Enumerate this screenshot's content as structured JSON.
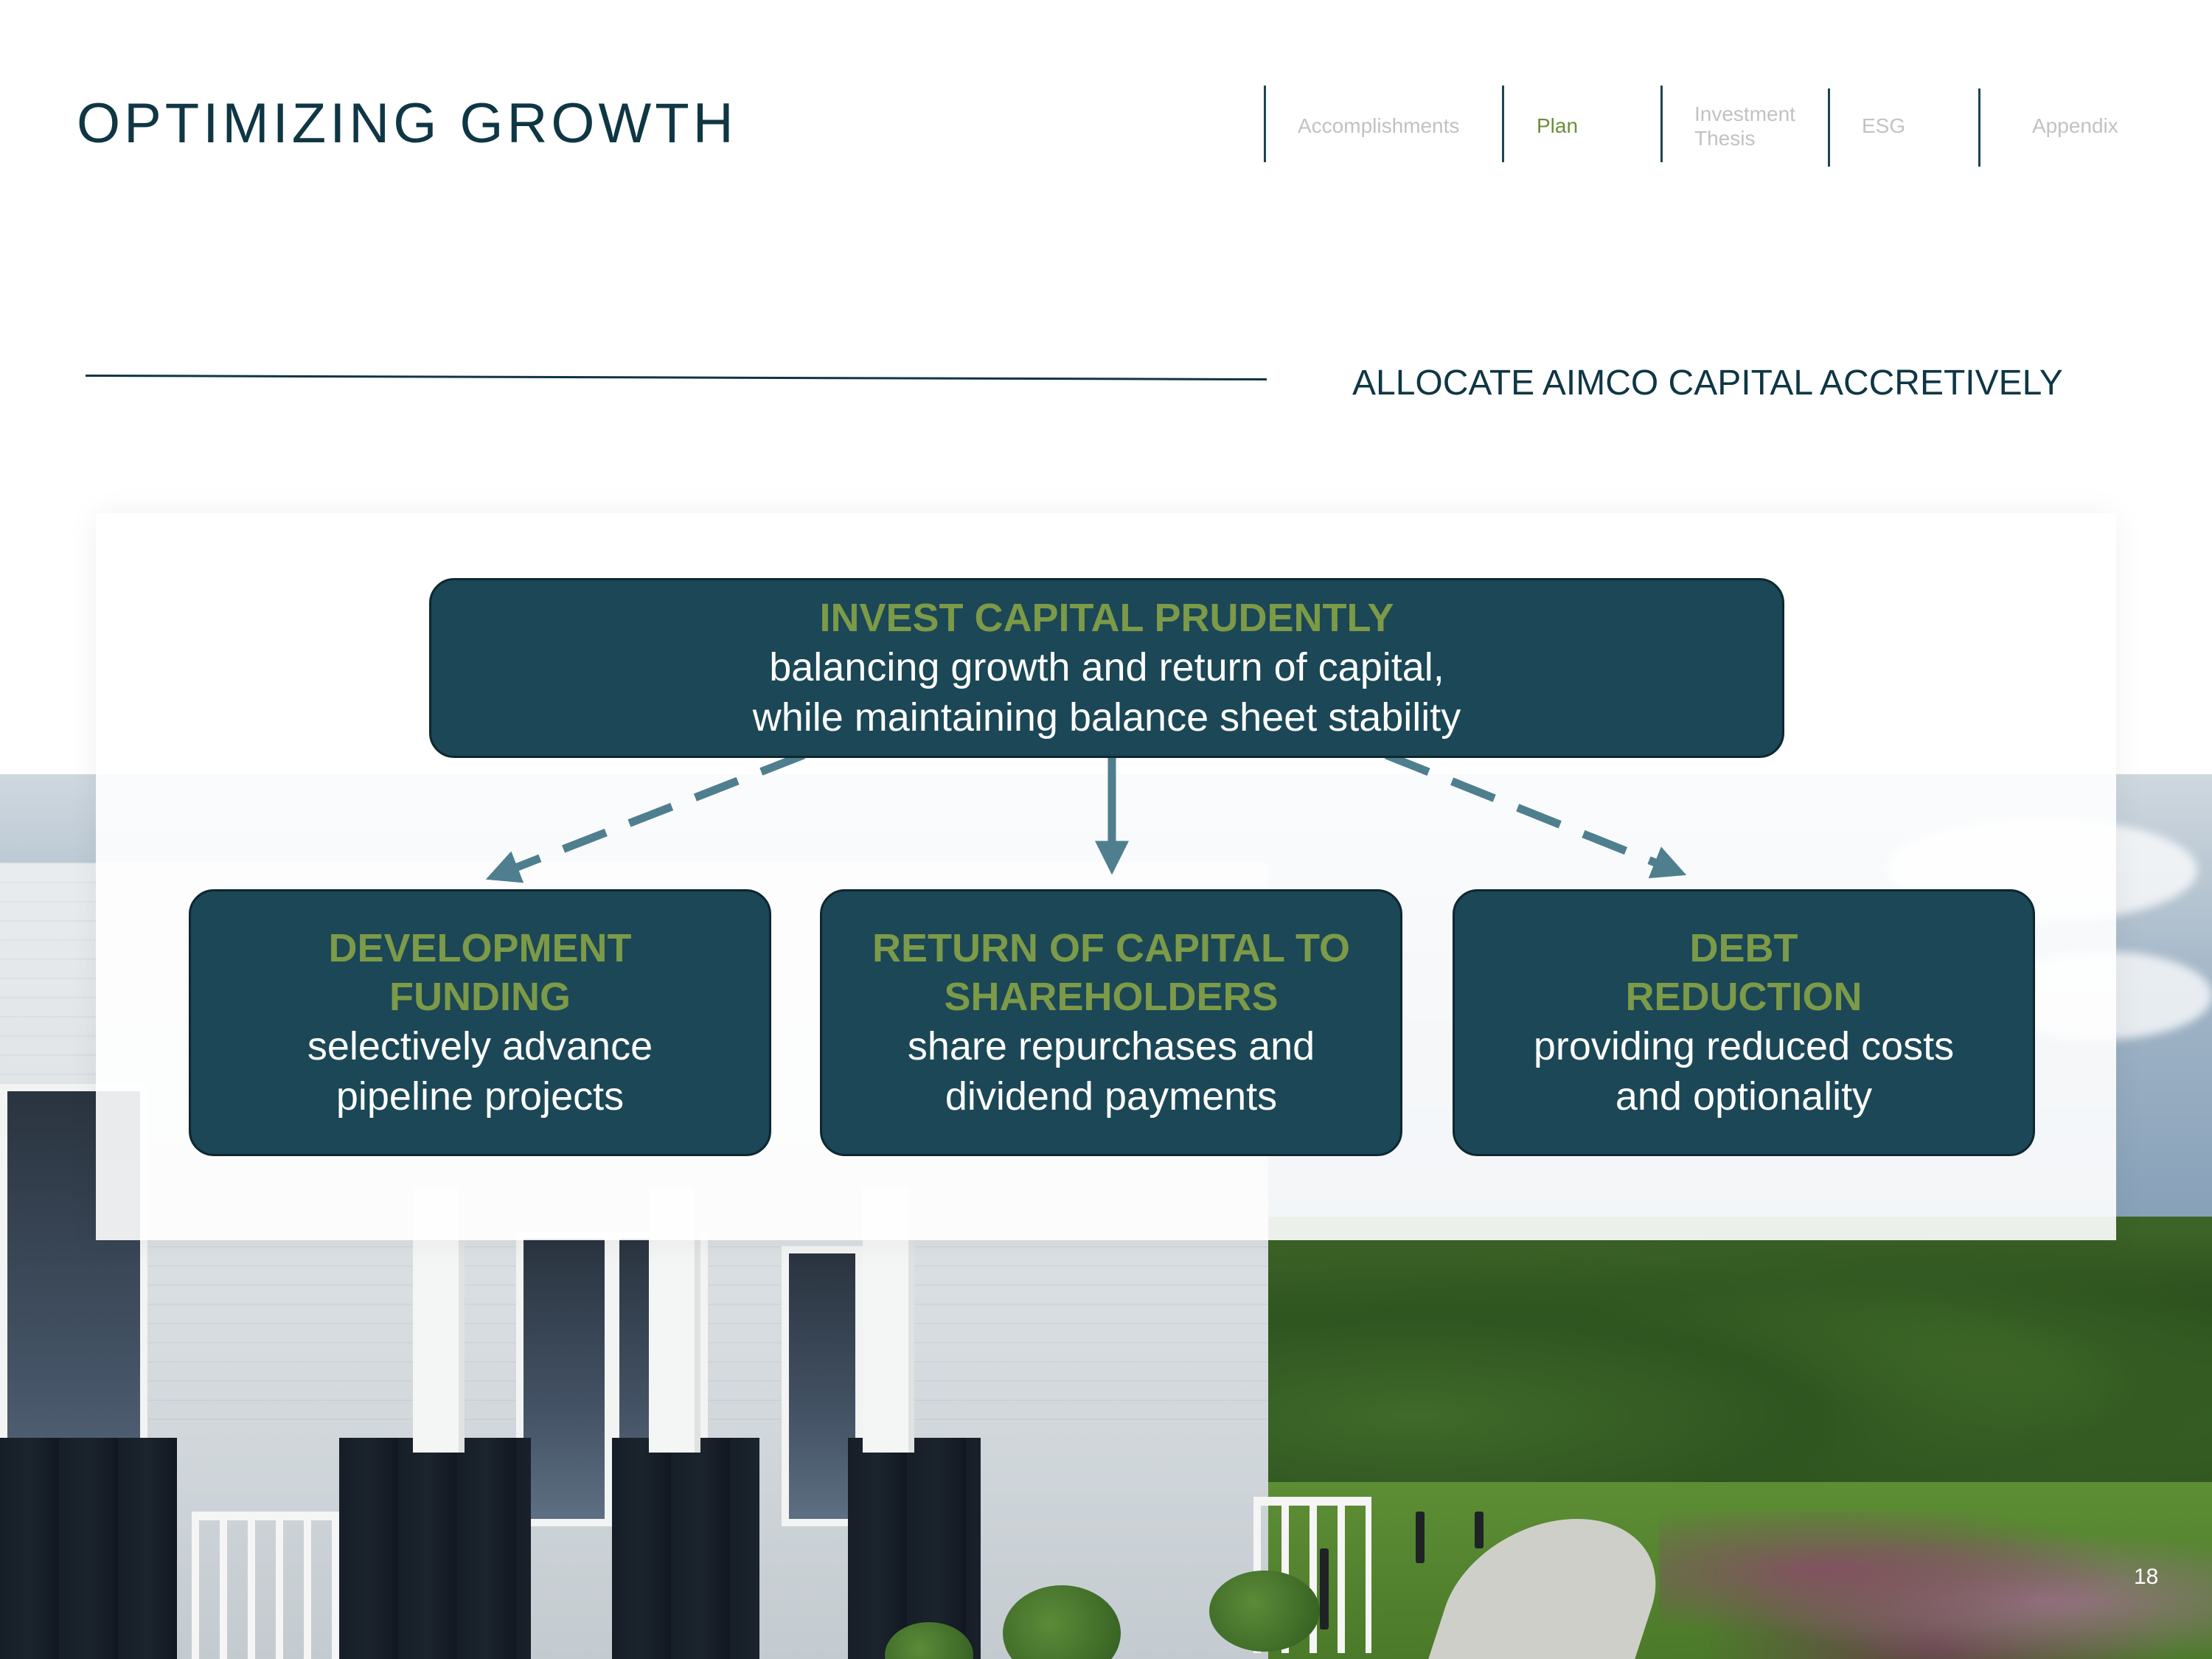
{
  "header": {
    "title": "OPTIMIZING GROWTH"
  },
  "nav": {
    "items": [
      {
        "label": "Accomplishments",
        "active": false
      },
      {
        "label": "Plan",
        "active": true
      },
      {
        "label": "Investment\nThesis",
        "active": false
      },
      {
        "label": "ESG",
        "active": false
      },
      {
        "label": "Appendix",
        "active": false
      }
    ]
  },
  "section": {
    "heading": "ALLOCATE AIMCO CAPITAL ACCRETIVELY"
  },
  "diagram": {
    "root": {
      "title": "INVEST CAPITAL PRUDENTLY",
      "description_line1": "balancing growth and return of capital,",
      "description_line2": "while maintaining balance sheet stability"
    },
    "children": [
      {
        "title_line1": "DEVELOPMENT",
        "title_line2": "FUNDING",
        "description_line1": "selectively advance",
        "description_line2": "pipeline projects"
      },
      {
        "title_line1": "RETURN OF CAPITAL TO",
        "title_line2": "SHAREHOLDERS",
        "description_line1": "share repurchases and",
        "description_line2": "dividend payments"
      },
      {
        "title_line1": "DEBT",
        "title_line2": "REDUCTION",
        "description_line1": "providing reduced costs",
        "description_line2": "and optionality"
      }
    ],
    "connector_color": "#4f7f8e"
  },
  "footer": {
    "page_number": "18"
  },
  "colors": {
    "brand_dark": "#0f3644",
    "box_fill": "#1b4756",
    "accent_green": "#7c9a47",
    "nav_inactive": "#c2c2c2",
    "nav_active": "#6b8e3a"
  }
}
